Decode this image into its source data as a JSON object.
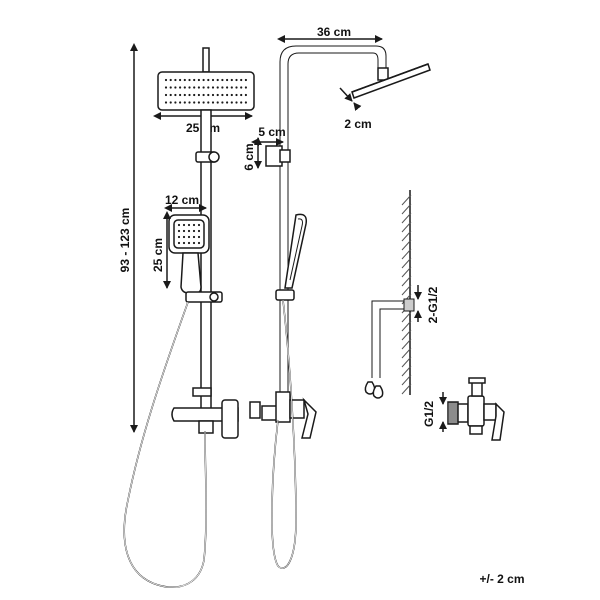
{
  "labels": {
    "total_height": "93 - 123 cm",
    "rain_head_width": "25 cm",
    "hand_shower_width": "12 cm",
    "hand_shower_height": "25 cm",
    "arm_length": "36 cm",
    "head_thickness": "2 cm",
    "bracket_depth": "5 cm",
    "bracket_height": "6 cm",
    "thread_wall": "2-G1/2",
    "thread_valve": "G1/2",
    "tolerance": "+/- 2 cm"
  },
  "colors": {
    "line": "#1a1a1a",
    "background": "#ffffff"
  }
}
